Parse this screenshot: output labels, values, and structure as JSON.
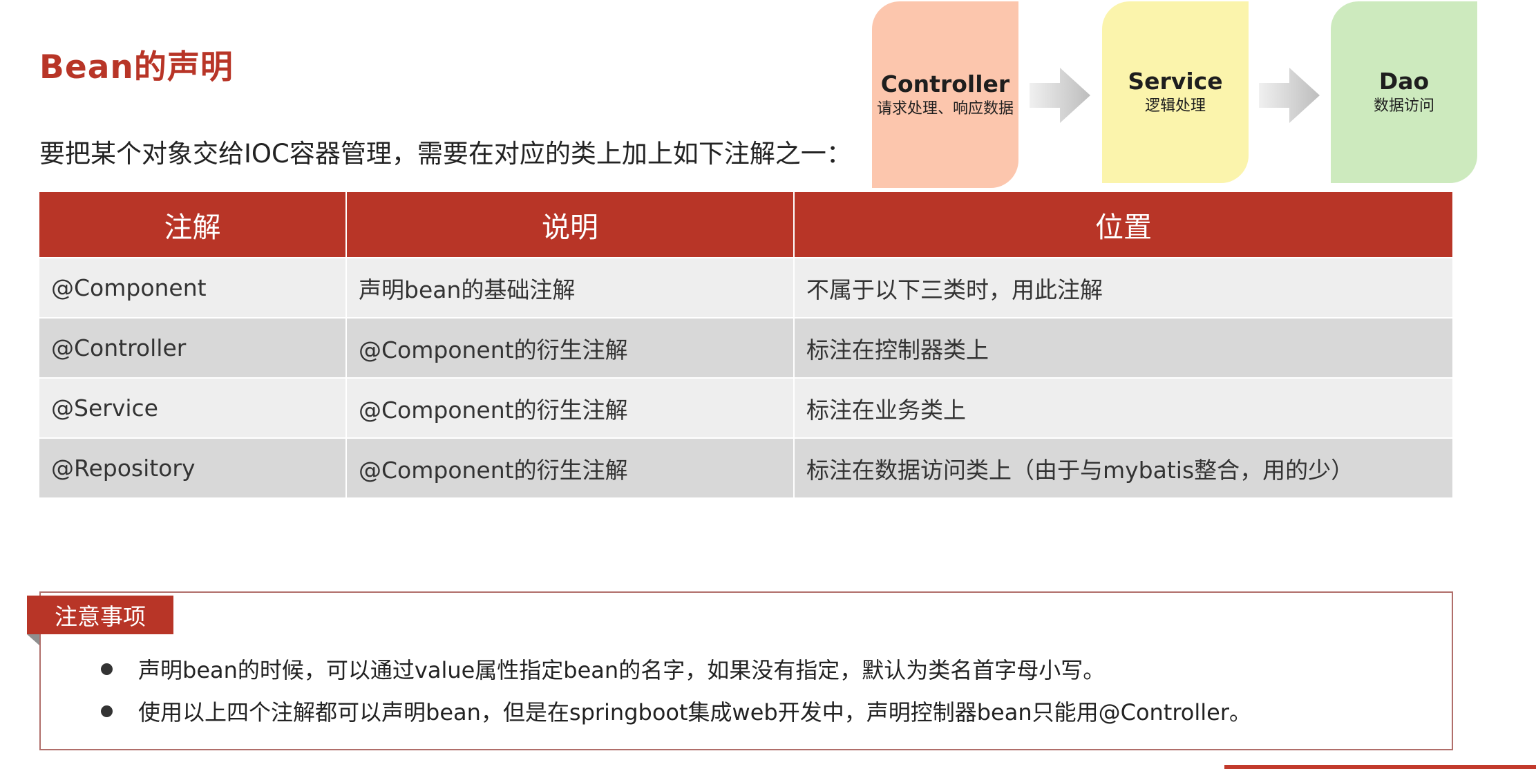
{
  "slide": {
    "title": "Bean的声明",
    "intro": "要把某个对象交给IOC容器管理，需要在对应的类上加上如下注解之一："
  },
  "diagram": {
    "layers": [
      {
        "name": "Controller",
        "desc": "请求处理、响应数据",
        "color": "#fcc6ad"
      },
      {
        "name": "Service",
        "desc": "逻辑处理",
        "color": "#fbf4ac"
      },
      {
        "name": "Dao",
        "desc": "数据访问",
        "color": "#cdeabe"
      }
    ],
    "arrow_color": "#c8c8c8"
  },
  "table": {
    "headers": [
      "注解",
      "说明",
      "位置"
    ],
    "rows": [
      [
        "@Component",
        "声明bean的基础注解",
        "不属于以下三类时，用此注解"
      ],
      [
        "@Controller",
        "@Component的衍生注解",
        "标注在控制器类上"
      ],
      [
        "@Service",
        "@Component的衍生注解",
        "标注在业务类上"
      ],
      [
        "@Repository",
        "@Component的衍生注解",
        "标注在数据访问类上（由于与mybatis整合，用的少）"
      ]
    ],
    "header_color": "#b83527"
  },
  "notes": {
    "tag": "注意事项",
    "items": [
      "声明bean的时候，可以通过value属性指定bean的名字，如果没有指定，默认为类名首字母小写。",
      "使用以上四个注解都可以声明bean，但是在springboot集成web开发中，声明控制器bean只能用@Controller。"
    ]
  },
  "colors": {
    "accent": "#b83527",
    "panel_border": "#b06e6a"
  }
}
